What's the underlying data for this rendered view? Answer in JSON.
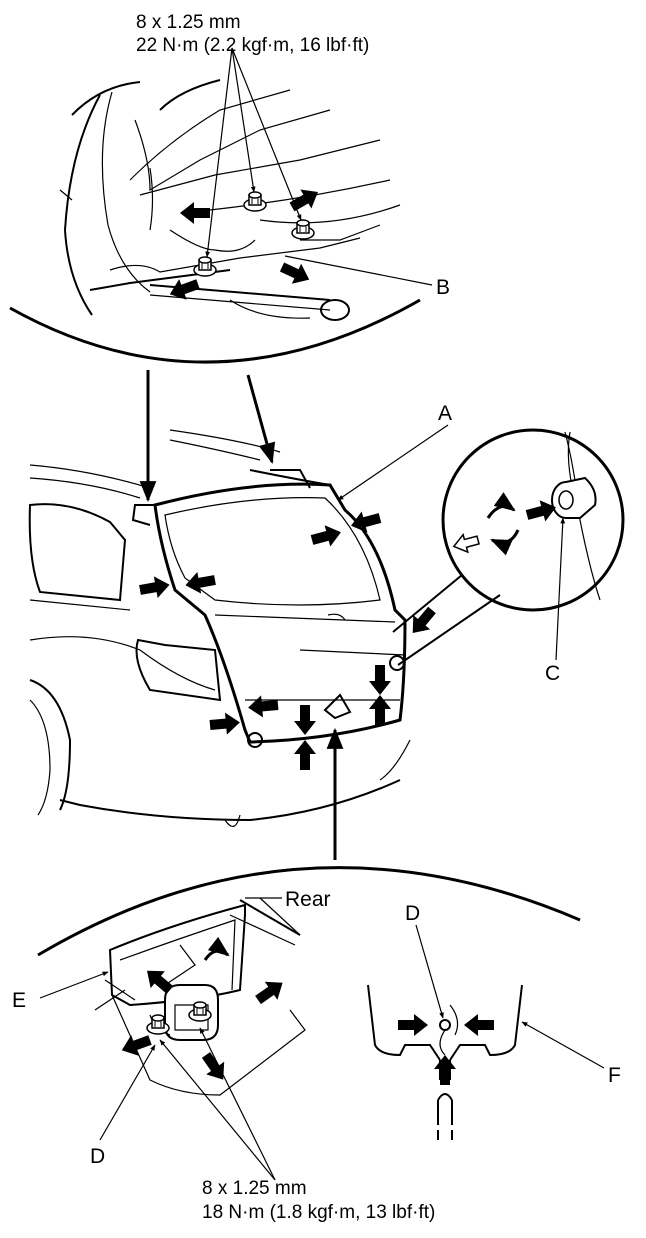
{
  "top_torque": {
    "size": "8 x 1.25 mm",
    "torque": "22 N·m (2.2 kgf·m, 16 lbf·ft)"
  },
  "bottom_torque": {
    "size": "8 x 1.25 mm",
    "torque": "18 N·m (1.8 kgf·m, 13 lbf·ft)"
  },
  "callouts": {
    "a": "A",
    "b": "B",
    "c": "C",
    "d_right": "D",
    "d_left": "D",
    "e": "E",
    "f": "F",
    "rear": "Rear"
  },
  "icons": [
    "bolt-icon",
    "push-arrow-icon",
    "turn-arrow-icon",
    "clip-icon",
    "tailgate-icon"
  ]
}
